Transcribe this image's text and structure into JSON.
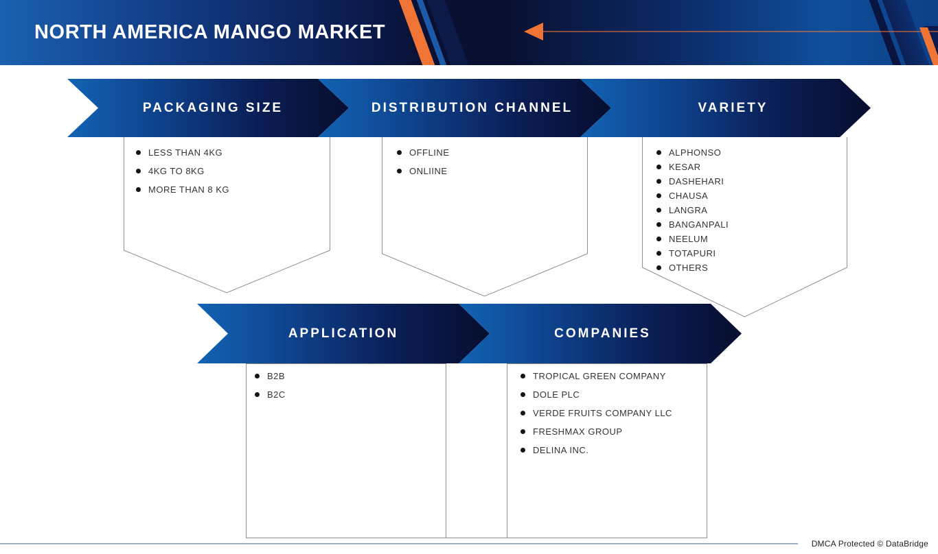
{
  "header": {
    "title": "NORTH AMERICA MANGO MARKET"
  },
  "icons": {
    "header_arrow": "left-arrow-icon",
    "bullet": "round-dot"
  },
  "colors": {
    "accent_orange": "#f07434",
    "deep_navy": "#0a1238",
    "primary_blue": "#1157a8",
    "box_border": "#8f8f8f",
    "rule_gray": "#9fb0bf"
  },
  "segments": [
    {
      "id": "packaging-size",
      "label": "PACKAGING SIZE",
      "items": [
        "LESS THAN 4KG",
        "4KG TO 8KG",
        "MORE THAN 8 KG"
      ]
    },
    {
      "id": "distribution-channel",
      "label": "DISTRIBUTION CHANNEL",
      "items": [
        "OFFLINE",
        "ONLIINE"
      ]
    },
    {
      "id": "variety",
      "label": "VARIETY",
      "items": [
        "ALPHONSO",
        "KESAR",
        "DASHEHARI",
        "CHAUSA",
        "LANGRA",
        "BANGANPALI",
        "NEELUM",
        "TOTAPURI",
        "OTHERS"
      ]
    },
    {
      "id": "application",
      "label": "APPLICATION",
      "items": [
        "B2B",
        "B2C"
      ]
    },
    {
      "id": "companies",
      "label": "COMPANIES",
      "items": [
        "TROPICAL GREEN COMPANY",
        "DOLE PLC",
        "VERDE FRUITS COMPANY LLC",
        "FRESHMAX GROUP",
        "DELINA INC."
      ]
    }
  ],
  "footer": {
    "dmca": "DMCA Protected © DataBridge"
  }
}
